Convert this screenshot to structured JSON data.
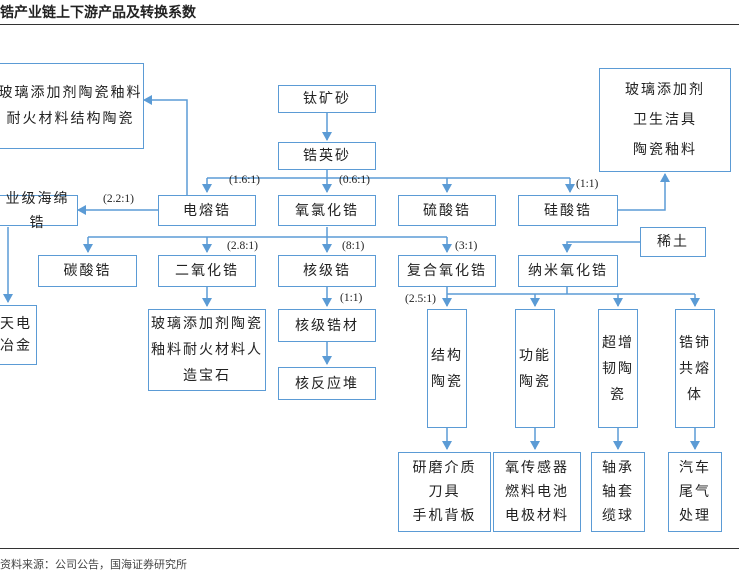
{
  "title": "锆产业链上下游产品及转换系数",
  "nodes": {
    "glass_ceramic_glaze_refractory": "玻璃添加剂陶瓷釉料耐火材料结构陶瓷",
    "titanium_ore_sand": "钛矿砂",
    "zircon_sand": "锆英砂",
    "electrofused_zirconia": "电熔锆",
    "zirconium_oxychloride": "氧氯化锆",
    "zirconium_sulfate": "硫酸锆",
    "zirconium_silicate": "硅酸锆",
    "industrial_sponge_zirconium": "业级海绵锆",
    "aerospace_alloy": "天电\n冶金",
    "zirconium_carbonate": "碳酸锆",
    "zirconium_dioxide": "二氧化锆",
    "nuclear_grade_zirconium": "核级锆",
    "composite_zirconia": "复合氧化锆",
    "nano_zirconia": "纳米氧化锆",
    "rare_earth": "稀土",
    "glass_glaze_refractory_gem": "玻璃添加剂陶瓷釉料耐火材料人造宝石",
    "nuclear_zirconium_material": "核级锆材",
    "nuclear_reactor": "核反应堆",
    "structural_ceramics": "结构陶瓷",
    "functional_ceramics": "功能陶瓷",
    "toughened_ceramics": "超增韧陶瓷",
    "zr_ce_solid_solution": "锆铈共熔体",
    "abrasive_tools_phone_back": "研磨介质\n刀具\n手机背板",
    "sensor_fuel_cell_electrode": "氧传感器\n燃料电池\n电极材料",
    "bearing_sleeve_ball": "轴承\n轴套\n缆球",
    "auto_exhaust": "汽车\n尾气\n处理",
    "glass_additive_sanitary_glaze": "玻璃添加剂\n卫生洁具\n陶瓷釉料"
  },
  "ratios": {
    "electrofused": "(1.6:1)",
    "oxychloride": "(0.6:1)",
    "silicate": "(1:1)",
    "sponge": "(2.2:1)",
    "dioxide": "(2.8:1)",
    "nuclear": "(8:1)",
    "composite": "(3:1)",
    "nuclear_material": "(1:1)",
    "nano": "(2.5:1)"
  },
  "footer": "资料来源：公司公告，国海证券研究所",
  "colors": {
    "box_border": "#5b9bd5",
    "connector": "#5b9bd5"
  }
}
